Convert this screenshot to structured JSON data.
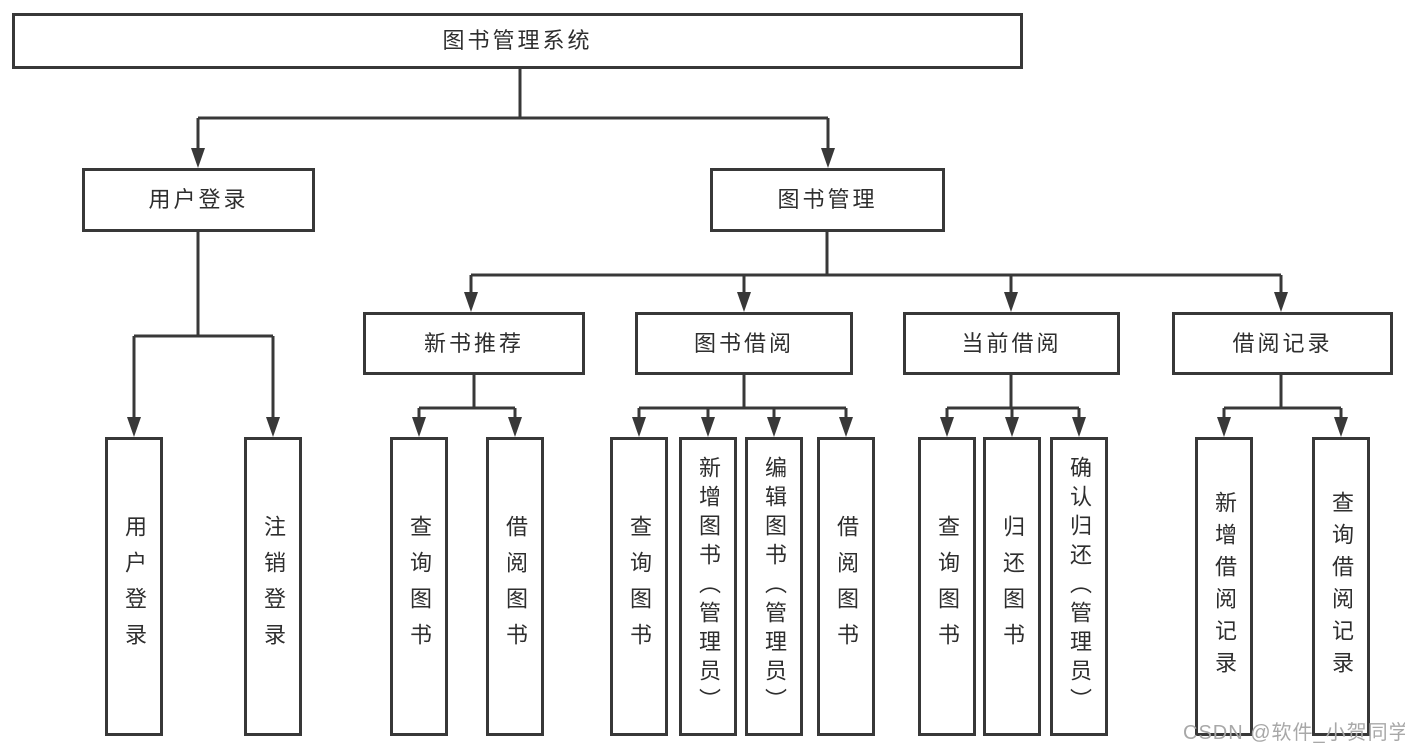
{
  "theme": {
    "line_color": "#383838",
    "text_color": "#2e2e2e",
    "box_bg": "#ffffff",
    "page_bg": "#ffffff",
    "watermark_color": "#a8a8a8"
  },
  "watermark": {
    "text": "CSDN @软件_小贺同学"
  },
  "tree": {
    "label": "图书管理系统",
    "children": [
      {
        "label": "用户登录",
        "children": [
          {
            "label": "用户登录"
          },
          {
            "label": "注销登录"
          }
        ]
      },
      {
        "label": "图书管理",
        "children": [
          {
            "label": "新书推荐",
            "children": [
              {
                "label": "查询图书"
              },
              {
                "label": "借阅图书"
              }
            ]
          },
          {
            "label": "图书借阅",
            "children": [
              {
                "label": "查询图书"
              },
              {
                "label": "新增图书（管理员）"
              },
              {
                "label": "编辑图书（管理员）"
              },
              {
                "label": "借阅图书"
              }
            ]
          },
          {
            "label": "当前借阅",
            "children": [
              {
                "label": "查询图书"
              },
              {
                "label": "归还图书"
              },
              {
                "label": "确认归还（管理员）"
              }
            ]
          },
          {
            "label": "借阅记录",
            "children": [
              {
                "label": "新增借阅记录"
              },
              {
                "label": "查询借阅记录"
              }
            ]
          }
        ]
      }
    ]
  }
}
